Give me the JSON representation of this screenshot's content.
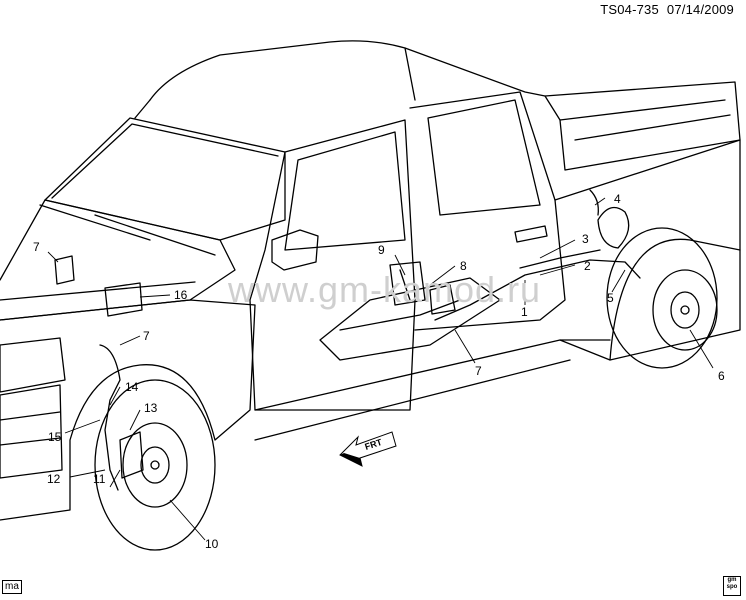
{
  "header": {
    "code": "TS04-735",
    "date": "07/14/2009"
  },
  "watermark": "www.gm-kamod.ru",
  "front_arrow_label": "FRT",
  "footer": {
    "left_tag": "ma",
    "badge_top": "gm",
    "badge_bottom": "spo"
  },
  "callouts": {
    "c1": "1",
    "c2": "2",
    "c3": "3",
    "c4": "4",
    "c5": "5",
    "c6": "6",
    "c7_top_left": "7",
    "c7_fender": "7",
    "c7_floor": "7",
    "c8": "8",
    "c9": "9",
    "c10": "10",
    "c11": "11",
    "c12": "12",
    "c13": "13",
    "c14": "14",
    "c15": "15",
    "c16": "16"
  }
}
